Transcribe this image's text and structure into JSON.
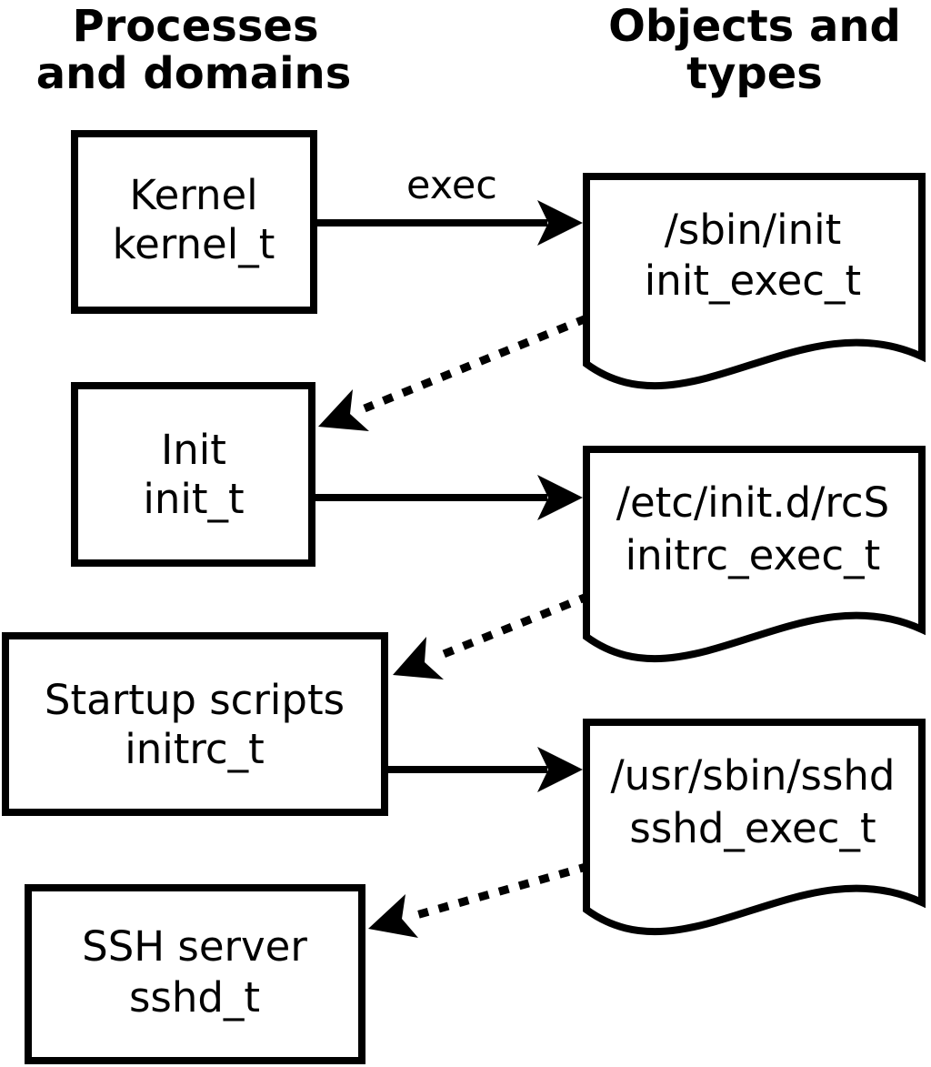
{
  "headers": {
    "left": [
      "Processes",
      "and domains"
    ],
    "right": [
      "Objects and",
      "types"
    ]
  },
  "processes": [
    {
      "name": "Kernel",
      "domain": "kernel_t"
    },
    {
      "name": "Init",
      "domain": "init_t"
    },
    {
      "name": "Startup scripts",
      "domain": "initrc_t"
    },
    {
      "name": "SSH server",
      "domain": "sshd_t"
    }
  ],
  "objects": [
    {
      "path": "/sbin/init",
      "type": "init_exec_t"
    },
    {
      "path": "/etc/init.d/rcS",
      "type": "initrc_exec_t"
    },
    {
      "path": "/usr/sbin/sshd",
      "type": "sshd_exec_t"
    }
  ],
  "arrows": {
    "solid": [
      {
        "from": "Kernel kernel_t",
        "to": "/sbin/init init_exec_t",
        "label": "exec",
        "style": "solid"
      },
      {
        "from": "Init init_t",
        "to": "/etc/init.d/rcS initrc_exec_t",
        "label": "",
        "style": "solid"
      },
      {
        "from": "Startup scripts initrc_t",
        "to": "/usr/sbin/sshd sshd_exec_t",
        "label": "",
        "style": "solid"
      }
    ],
    "dotted": [
      {
        "from": "/sbin/init init_exec_t",
        "to": "Init init_t",
        "style": "dotted"
      },
      {
        "from": "/etc/init.d/rcS initrc_exec_t",
        "to": "Startup scripts initrc_t",
        "style": "dotted"
      },
      {
        "from": "/usr/sbin/sshd sshd_exec_t",
        "to": "SSH server sshd_t",
        "style": "dotted"
      }
    ]
  },
  "colors": {
    "stroke": "#000000",
    "background": "#ffffff"
  }
}
